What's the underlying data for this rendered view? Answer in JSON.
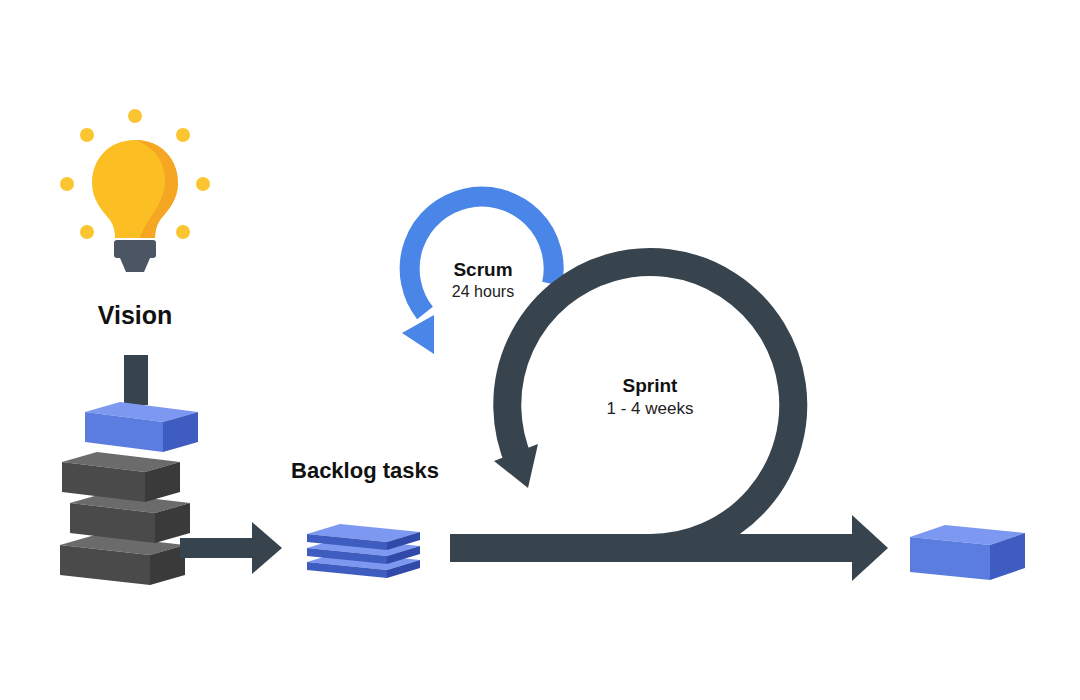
{
  "diagram": {
    "nodes": [
      {
        "text": [
          "Vision"
        ]
      },
      {
        "text": [
          "Backlog tasks"
        ]
      },
      {
        "text": [
          "Scrum",
          "24 hours"
        ]
      },
      {
        "text": [
          "Sprint",
          "1 - 4 weeks"
        ]
      }
    ]
  }
}
